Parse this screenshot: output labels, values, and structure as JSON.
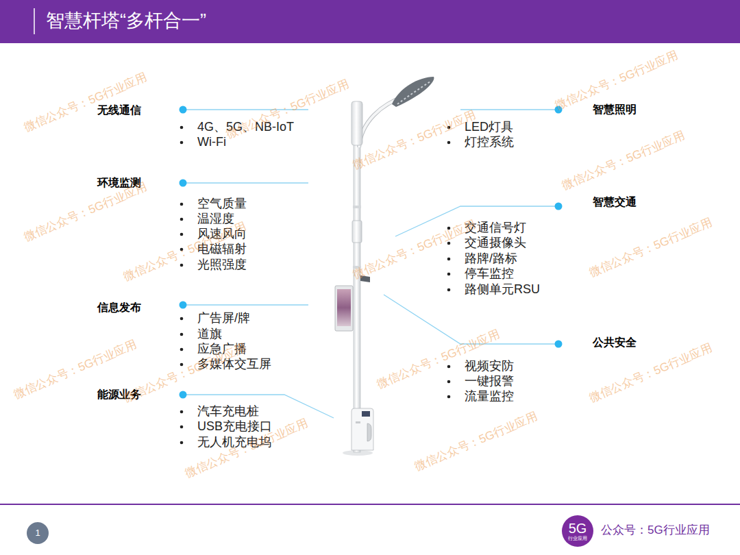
{
  "diagram": {
    "title": "智慧杆塔“多杆合一”",
    "nodes": [
      {
        "text": [
          "1"
        ]
      },
      {
        "text": [
          "5G",
          "行业应用"
        ]
      }
    ],
    "labels": [
      "无线通信",
      "4G、5G、NB-IoT",
      "Wi-Fi",
      "环境监测",
      "空气质量",
      "温湿度",
      "风速风向",
      "电磁辐射",
      "光照强度",
      "信息发布",
      "广告屏/牌",
      "道旗",
      "应急广播",
      "多媒体交互屏",
      "能源业务",
      "汽车充电桩",
      "USB充电接口",
      "无人机充电坞",
      "智慧照明",
      "LED灯具",
      "灯控系统",
      "智慧交通",
      "交通信号灯",
      "交通摄像头",
      "路牌/路标",
      "停车监控",
      "路侧单元RSU",
      "公共安全",
      "视频安防",
      "一键报警",
      "流量监控",
      "公众号：5G行业应用",
      "微信公众号：5G行业应用",
      "微信公众号：5G行业应用",
      "微信公众号：5G行业应用",
      "微信公众号：5G行业应用",
      "微信公众号：5G行业应用",
      "微信公众号：5G行业应用",
      "微信公众号：5G行业应用",
      "微信公众号：5G行业应用",
      "微信公众号：5G行业应用",
      "微信公众号：5G行业应用",
      "微信公众号：5G行业应用",
      "微信公众号：5G行业应用",
      "微信公众号：5G行业应用",
      "微信公众号：5G行业应用",
      "微信公众号：5G行业应用"
    ]
  }
}
